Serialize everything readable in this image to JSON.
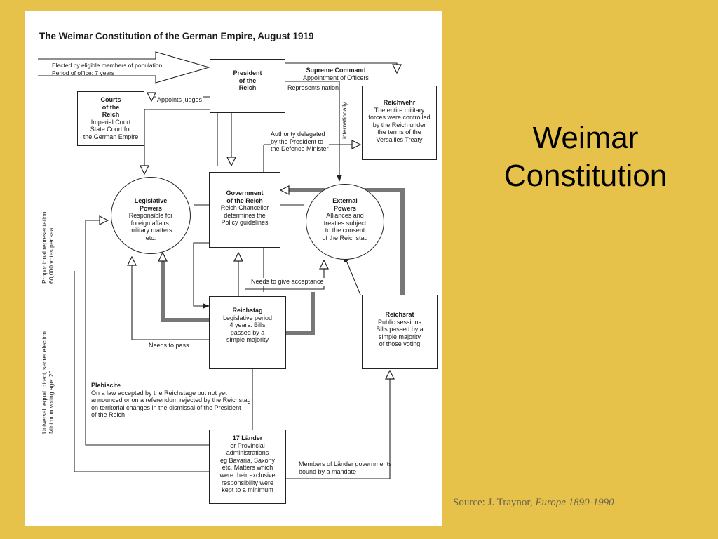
{
  "slide": {
    "title_line1": "Weimar",
    "title_line2": "Constitution",
    "source_prefix": "Source: J. Traynor, ",
    "source_italic": "Europe 1890-1990"
  },
  "diagram": {
    "title": "The Weimar Constitution of the German Empire, August 1919",
    "president": {
      "l1": "President",
      "l2": "of the",
      "l3": "Reich"
    },
    "elected_note": {
      "l1": "Elected by eligible members of population",
      "l2": "Period of office: 7 years"
    },
    "supreme_command": {
      "l1": "Supreme Command",
      "l2": "Appointment of Officers"
    },
    "represents_nation": "Represents nation",
    "internationally": "internationally",
    "appoints_judges": "Appoints judges",
    "courts": {
      "l1": "Courts",
      "l2": "of the",
      "l3": "Reich",
      "l4": "Imperial Court",
      "l5": "State Court for",
      "l6": "the German Empire"
    },
    "reichswehr": {
      "l1": "Reichwehr",
      "l2": "The entire military",
      "l3": "forces were controlled",
      "l4": "by the Reich under",
      "l5": "the terms of the",
      "l6": "Versailles Treaty"
    },
    "authority": {
      "l1": "Authority delegated",
      "l2": "by the President to",
      "l3": "the Defence Minister"
    },
    "legislative": {
      "l1": "Legislative",
      "l2": "Powers",
      "l3": "Responsible for",
      "l4": "foreign affairs,",
      "l5": "military matters",
      "l6": "etc."
    },
    "government": {
      "l1": "Government",
      "l2": "of the Reich",
      "l3": "Reich Chancellor",
      "l4": "determines the",
      "l5": "Policy guidelines"
    },
    "external": {
      "l1": "External",
      "l2": "Powers",
      "l3": "Alliances and",
      "l4": "treaties subject",
      "l5": "to the consent",
      "l6": "of the Reichstag"
    },
    "needs_acceptance": "Needs to give acceptance",
    "reichstag": {
      "l1": "Reichstag",
      "l2": "Legislative period",
      "l3": "4 years. Bills",
      "l4": "passed by a",
      "l5": "simple majority"
    },
    "reichsrat": {
      "l1": "Reichsrat",
      "l2": "Public sessions",
      "l3": "Bills passed by a",
      "l4": "simple majority",
      "l5": "of those voting"
    },
    "needs_to_pass": "Needs to pass",
    "proportional": {
      "l1": "Proportional representation",
      "l2": "60,000 votes per seat"
    },
    "universal": {
      "l1": "Universal, equal, direct, secret election",
      "l2": "Minimum voting age: 20"
    },
    "plebiscite": {
      "l1": "Plebiscite",
      "l2": "On a law accepted by the Reichstage but not yet",
      "l3": "announced or on a referendum rejected by the Reichstag",
      "l4": "on territorial changes in the dismissal of the President",
      "l5": "of the Reich"
    },
    "lander": {
      "l1": "17 Länder",
      "l2": "or Provincial",
      "l3": "administrations",
      "l4": "eg Bavaria, Saxony",
      "l5": "etc. Matters which",
      "l6": "were their exclusive",
      "l7": "responsibility were",
      "l8": "kept to a minimum"
    },
    "members_lander": {
      "l1": "Members of Länder governments",
      "l2": "bound by a mandate"
    }
  }
}
